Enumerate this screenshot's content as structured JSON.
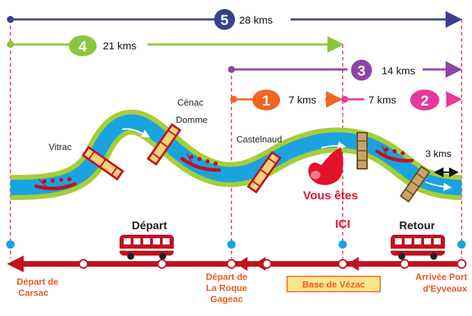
{
  "routes": [
    {
      "num": "5",
      "distance": "28 kms",
      "color": "#3b3f8f"
    },
    {
      "num": "4",
      "distance": "21 kms",
      "color": "#8cc63f"
    },
    {
      "num": "3",
      "distance": "14 kms",
      "color": "#8e44a3"
    },
    {
      "num": "1",
      "distance": "7 kms",
      "color": "#f26522"
    },
    {
      "num": "2",
      "distance": "7 kms",
      "color": "#e8399a"
    }
  ],
  "places": {
    "vitrac": "Vitrac",
    "cenac": "Cénac",
    "domme": "Domme",
    "castelnaud": "Castelnaud",
    "short_distance": "3 kms"
  },
  "here": {
    "vous_etes": "Vous êtes",
    "ici": "ICI"
  },
  "buses": {
    "depart": "Départ",
    "retour": "Retour"
  },
  "stations": {
    "carsac": "Départ de\nCarsac",
    "roque": "Départ de\nLa Roque\nGageac",
    "vezac": "Base de Vézac",
    "eyveaux": "Arrivée Port\nd'Eyveaux"
  },
  "colors": {
    "river": "#1aa3e0",
    "bank": "#a6ce39",
    "road": "#c1121f",
    "bus": "#c1121f",
    "station_text": "#f15a24",
    "here_pin": "#e3122b",
    "guide": "#e3122b",
    "stop": "#1aa3e0"
  }
}
